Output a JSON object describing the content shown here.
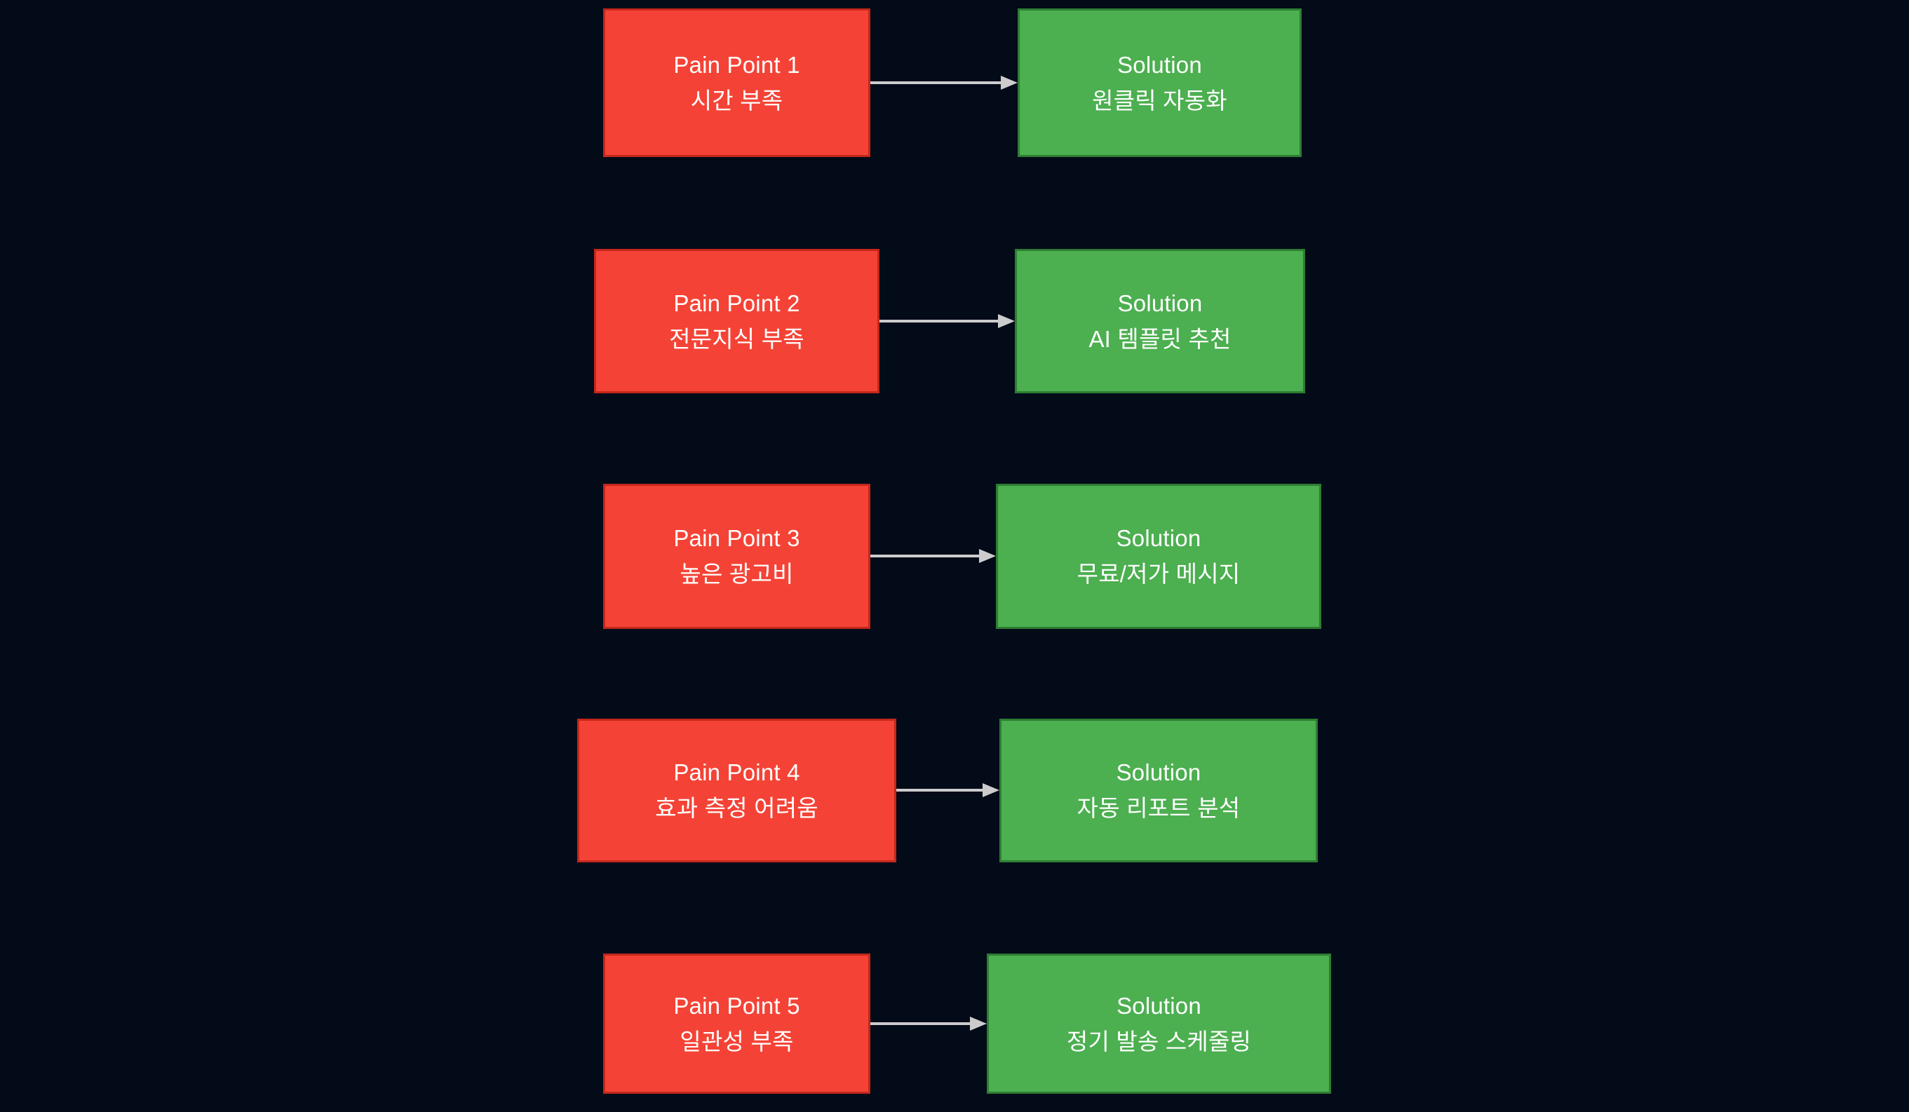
{
  "diagram": {
    "type": "flow",
    "background_color": "#030a18",
    "pain_color": "#f44336",
    "pain_border_color": "#c4271c",
    "solution_color": "#4caf50",
    "solution_border_color": "#2e7d32",
    "arrow_color": "#cccccc",
    "text_color": "#ffffff",
    "rows": [
      {
        "id": "row-1",
        "pain": {
          "title": "Pain Point 1",
          "detail": "시간 부족"
        },
        "solution": {
          "title": "Solution",
          "detail": "원클릭 자동화"
        },
        "connector": "arrow-right"
      },
      {
        "id": "row-2",
        "pain": {
          "title": "Pain Point 2",
          "detail": "전문지식 부족"
        },
        "solution": {
          "title": "Solution",
          "detail": "AI 템플릿 추천"
        },
        "connector": "arrow-right"
      },
      {
        "id": "row-3",
        "pain": {
          "title": "Pain Point 3",
          "detail": "높은 광고비"
        },
        "solution": {
          "title": "Solution",
          "detail": "무료/저가 메시지"
        },
        "connector": "arrow-right"
      },
      {
        "id": "row-4",
        "pain": {
          "title": "Pain Point 4",
          "detail": "효과 측정 어려움"
        },
        "solution": {
          "title": "Solution",
          "detail": "자동 리포트 분석"
        },
        "connector": "arrow-right"
      },
      {
        "id": "row-5",
        "pain": {
          "title": "Pain Point 5",
          "detail": "일관성 부족"
        },
        "solution": {
          "title": "Solution",
          "detail": "정기 발송 스케줄링"
        },
        "connector": "arrow-right"
      }
    ]
  }
}
